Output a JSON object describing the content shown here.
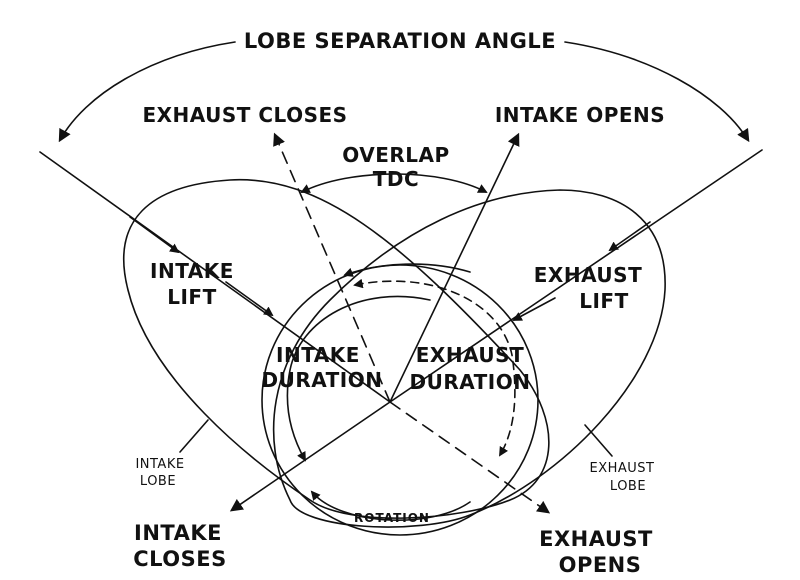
{
  "labels": {
    "lobe_separation_angle": "LOBE SEPARATION ANGLE",
    "exhaust_closes": "EXHAUST CLOSES",
    "intake_opens": "INTAKE OPENS",
    "overlap": "OVERLAP",
    "tdc": "TDC",
    "intake_lift_1": "INTAKE",
    "intake_lift_2": "LIFT",
    "exhaust_lift_1": "EXHAUST",
    "exhaust_lift_2": "LIFT",
    "intake_duration_1": "INTAKE",
    "intake_duration_2": "DURATION",
    "exhaust_duration_1": "EXHAUST",
    "exhaust_duration_2": "DURATION",
    "intake_lobe_1": "INTAKE",
    "intake_lobe_2": "LOBE",
    "exhaust_lobe_1": "EXHAUST",
    "exhaust_lobe_2": "LOBE",
    "rotation": "ROTATION",
    "intake_closes_1": "INTAKE",
    "intake_closes_2": "CLOSES",
    "exhaust_opens_1": "EXHAUST",
    "exhaust_opens_2": "OPENS"
  }
}
